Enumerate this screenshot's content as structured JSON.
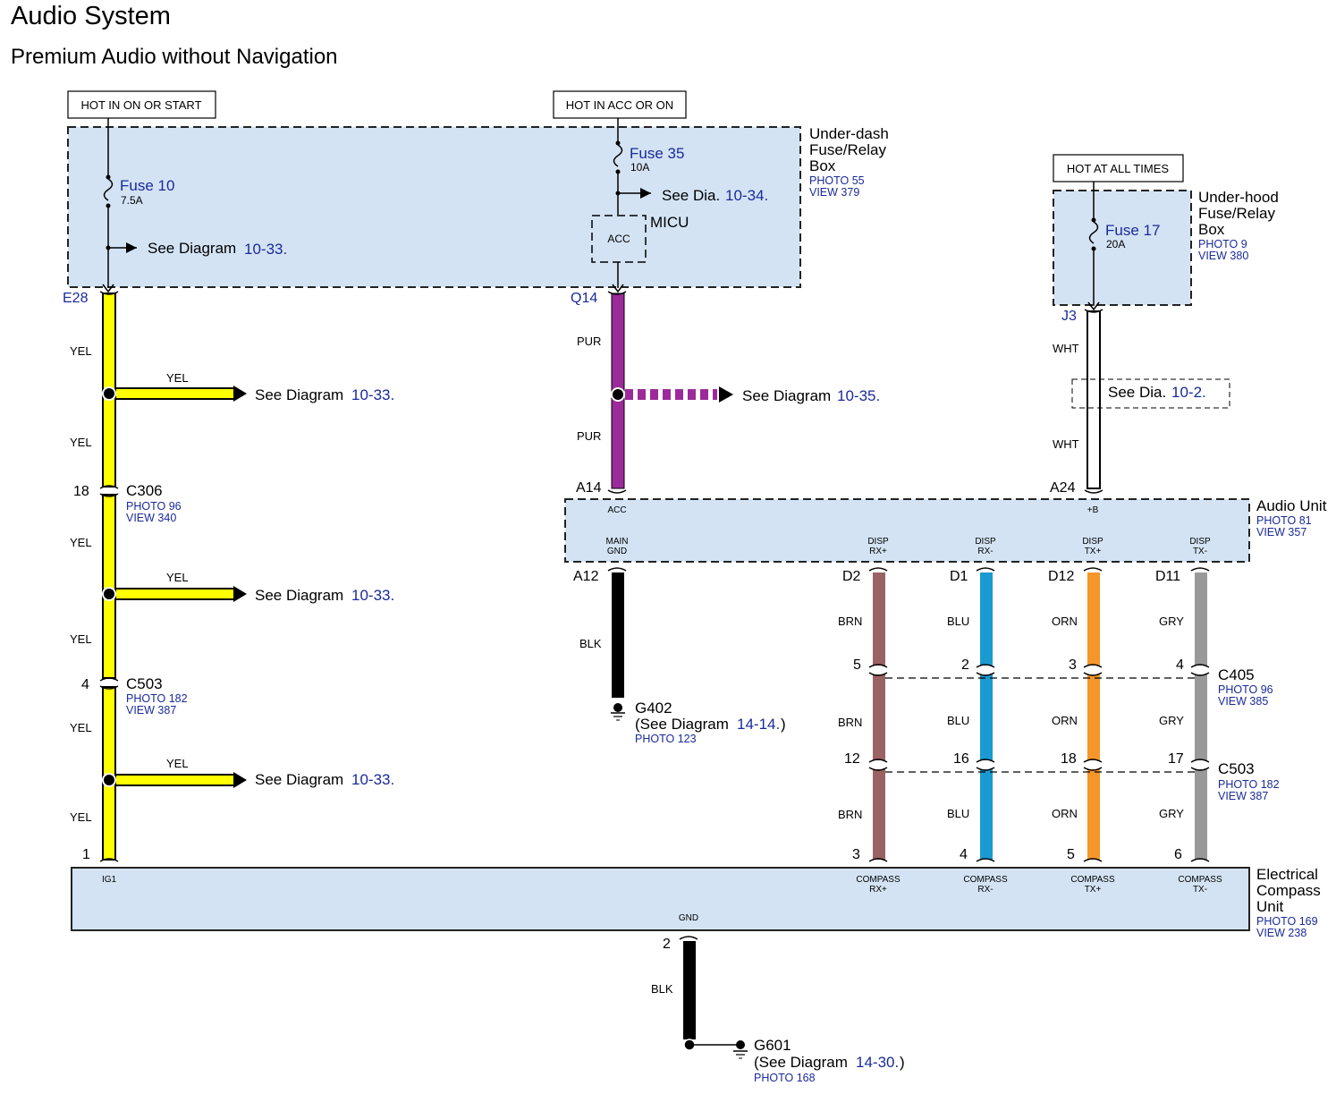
{
  "header": {
    "title": "Audio System",
    "subtitle": "Premium Audio without Navigation"
  },
  "power_labels": {
    "ign": "HOT IN ON OR START",
    "acc": "HOT IN ACC OR ON",
    "batt": "HOT AT ALL TIMES"
  },
  "underdash": {
    "name1": "Under-dash",
    "name2": "Fuse/Relay",
    "name3": "Box",
    "photo": "PHOTO 55",
    "view": "VIEW 379",
    "fuse10": {
      "name": "Fuse 10",
      "rating": "7.5A"
    },
    "fuse35": {
      "name": "Fuse 35",
      "rating": "10A"
    },
    "see_diagram": "See Diagram",
    "see_diagram_ref": "10-33.",
    "see_dia": "See Dia.",
    "see_dia_ref": "10-34.",
    "micu": "MICU",
    "acc": "ACC"
  },
  "underhood": {
    "name1": "Under-hood",
    "name2": "Fuse/Relay",
    "name3": "Box",
    "photo": "PHOTO 9",
    "view": "VIEW 380",
    "fuse17": {
      "name": "Fuse 17",
      "rating": "20A"
    }
  },
  "wires": {
    "yel": "YEL",
    "pur": "PUR",
    "wht": "WHT",
    "blk": "BLK",
    "brn": "BRN",
    "blu": "BLU",
    "orn": "ORN",
    "gry": "GRY"
  },
  "colors": {
    "yellow": "#ffff00",
    "purple": "#9b2b9b",
    "brown": "#9a6262",
    "blue": "#1a9ad0",
    "orange": "#f5962a",
    "gray": "#999999",
    "box": "#d3e3f4",
    "link": "#1a2a9a"
  },
  "pins": {
    "e28": "E28",
    "q14": "Q14",
    "j3": "J3",
    "a14": "A14",
    "a24": "A24",
    "a12": "A12",
    "d2": "D2",
    "d1": "D1",
    "d12": "D12",
    "d11": "D11",
    "p18": "18",
    "p4": "4",
    "p1": "1",
    "c405": {
      "brn": "5",
      "blu": "2",
      "orn": "3",
      "gry": "4"
    },
    "c503b": {
      "brn": "12",
      "blu": "16",
      "orn": "18",
      "gry": "17"
    },
    "ecu": {
      "brn": "3",
      "blu": "4",
      "orn": "5",
      "gry": "6"
    },
    "gnd": "2"
  },
  "connectors": {
    "c306": {
      "name": "C306",
      "photo": "PHOTO 96",
      "view": "VIEW 340"
    },
    "c503": {
      "name": "C503",
      "photo": "PHOTO 182",
      "view": "VIEW 387"
    },
    "c405": {
      "name": "C405",
      "photo": "PHOTO 96",
      "view": "VIEW 385"
    },
    "c503b": {
      "name": "C503",
      "photo": "PHOTO 182",
      "view": "VIEW 387"
    }
  },
  "refs": {
    "see_diagram": "See Diagram",
    "d1033": "10-33.",
    "d1035": "10-35.",
    "see_dia": "See Dia.",
    "d102": "10-2."
  },
  "audio_unit": {
    "name": "Audio Unit",
    "photo": "PHOTO 81",
    "view": "VIEW 357",
    "acc": "ACC",
    "b": "+B",
    "main": "MAIN",
    "gnd": "GND",
    "disp": "DISP",
    "rxp": "RX+",
    "rxm": "RX-",
    "txp": "TX+",
    "txm": "TX-"
  },
  "compass_unit": {
    "name1": "Electrical",
    "name2": "Compass",
    "name3": "Unit",
    "photo": "PHOTO 169",
    "view": "VIEW 238",
    "ig1": "IG1",
    "gnd": "GND",
    "compass": "COMPASS",
    "rxp": "RX+",
    "rxm": "RX-",
    "txp": "TX+",
    "txm": "TX-"
  },
  "grounds": {
    "g402": {
      "name": "G402",
      "see": "(See Diagram",
      "ref": "14-14.",
      "close": ")",
      "photo": "PHOTO 123"
    },
    "g601": {
      "name": "G601",
      "see": "(See Diagram",
      "ref": "14-30.",
      "close": ")",
      "photo": "PHOTO 168"
    }
  }
}
